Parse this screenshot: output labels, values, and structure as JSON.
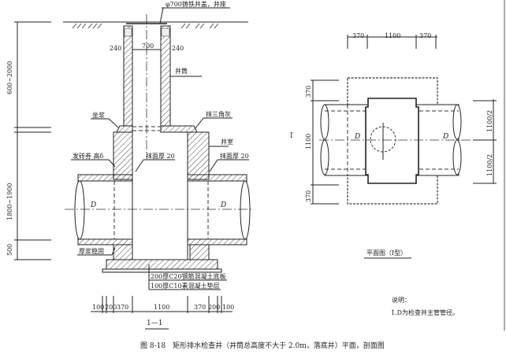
{
  "section": {
    "cover_label": "φ700铸铁井盖，井座",
    "wall_left": "240",
    "opening": "700",
    "wall_right": "240",
    "shaft_label": "井筒",
    "grout_label": "坐浆",
    "triangle_label": "抹三角灰",
    "chamber_label": "井室",
    "arch_label": "发砖券 高δ",
    "plaster_left": "抹面厚 20",
    "plaster_right": "抹面厚 20",
    "pipe_d_left": "D",
    "pipe_d_right": "D",
    "mortar_label": "厚浆稳固",
    "slab_label": "200厚C20钢筋混凝土底板",
    "cushion_label": "100厚C10素混凝土垫层",
    "vdim_top": "600~2000",
    "vdim_mid": "1800~1900",
    "vdim_bottom": "500",
    "hdims": [
      "100",
      "200",
      "370",
      "1100",
      "370",
      "200",
      "100"
    ],
    "title": "1—1"
  },
  "plan": {
    "top_dims": [
      "370",
      "1100",
      "370"
    ],
    "left_dims": [
      "370",
      "1100",
      "370"
    ],
    "right_dims": [
      "1100/2",
      "1100/2"
    ],
    "pipe_d_left": "D",
    "pipe_d_right": "D",
    "section_mark": "I",
    "title": "平面图（I型）"
  },
  "notes": {
    "heading": "说明：",
    "item1": "1.D为检查井主管管径。"
  },
  "caption": "图 8-18　矩形排水检查井（井筒总高度不大于 2.0m，落底井）平面，剖面图"
}
